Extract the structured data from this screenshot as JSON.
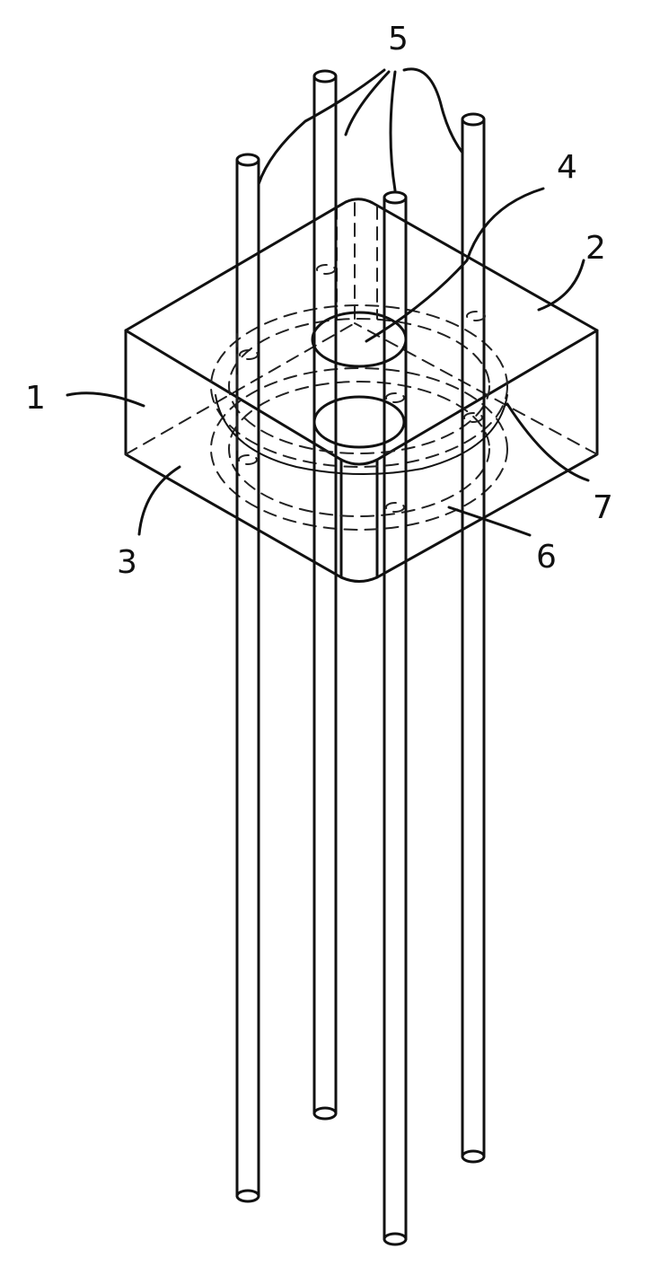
{
  "figure": {
    "labels": {
      "part_1": "1",
      "part_2": "2",
      "part_3": "3",
      "part_4": "4",
      "part_5": "5",
      "part_6": "6",
      "part_7": "7"
    },
    "colors": {
      "line": "#111111",
      "background": "#ffffff"
    },
    "rod_count": 4
  }
}
